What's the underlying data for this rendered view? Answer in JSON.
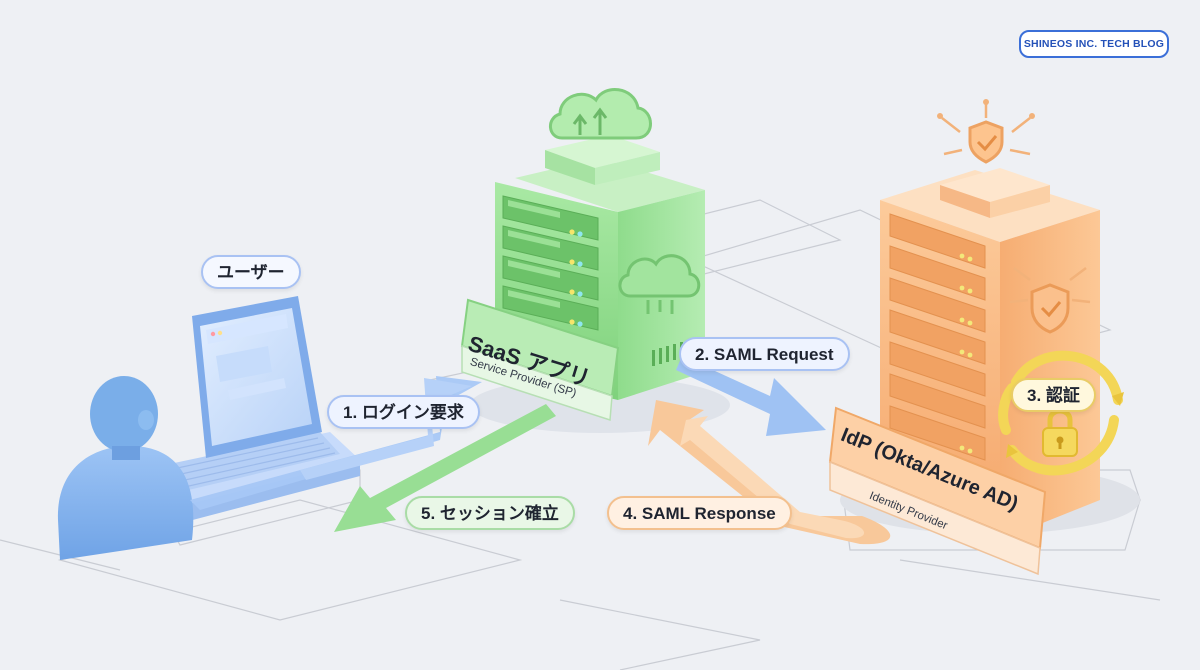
{
  "badge": "SHINEOS INC. TECH BLOG",
  "nodes": {
    "user": {
      "label": "ユーザー"
    },
    "saas": {
      "title": "SaaS アプリ",
      "subtitle": "Service Provider (SP)"
    },
    "idp": {
      "title": "IdP (Okta/Azure AD)",
      "subtitle": "Identity Provider"
    }
  },
  "steps": [
    {
      "label": "1. ログイン要求"
    },
    {
      "label": "2. SAML Request"
    },
    {
      "label": "3. 認証"
    },
    {
      "label": "4. SAML Response"
    },
    {
      "label": "5. セッション確立"
    }
  ],
  "colors": {
    "background": "#eef0f4",
    "user": "#7fb0ec",
    "saas": "#93dc90",
    "idp": "#f8b47a",
    "auth": "#f2d35a",
    "accent": "#3b6fd8"
  },
  "icons": [
    "cloud-sync-icon",
    "cloud-icon",
    "shield-check-icon",
    "shield-bug-icon",
    "lock-icon",
    "laptop-icon",
    "user-avatar-icon"
  ]
}
